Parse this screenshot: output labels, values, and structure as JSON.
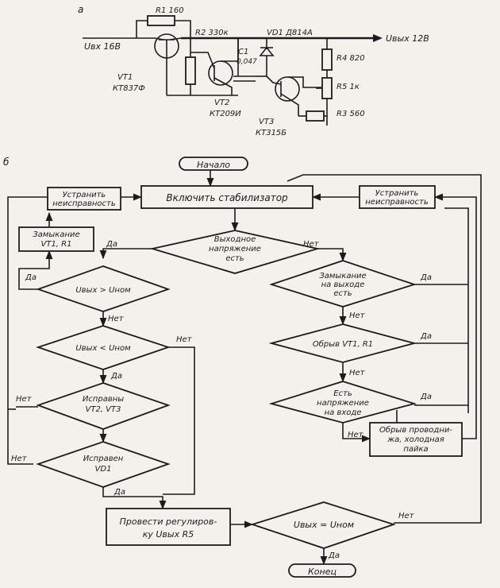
{
  "panel_a_label": "а",
  "panel_b_label": "б",
  "schematic": {
    "input_label": "Uвх 16В",
    "output_label": "Uвых 12В",
    "r1": "R1 160",
    "r2": "R2 330к",
    "vd1": "VD1 Д814А",
    "c1_name": "C1",
    "c1_value": "0,047",
    "r4": "R4 820",
    "r5": "R5 1к",
    "r3": "R3 560",
    "vt1_name": "VT1",
    "vt1_type": "КТ837Ф",
    "vt2_name": "VT2",
    "vt2_type": "КТ209И",
    "vt3_name": "VT3",
    "vt3_type": "КТ315Б"
  },
  "flowchart": {
    "start": "Начало",
    "turn_on": "Включить стабилизатор",
    "fix_left_1": "Устранить",
    "fix_left_2": "неисправность",
    "fix_right_1": "Устранить",
    "fix_right_2": "неисправность",
    "short_vt1_1": "Замыкание",
    "short_vt1_2": "VT1, R1",
    "q_output_1": "Выходное",
    "q_output_2": "напряжение",
    "q_output_3": "есть",
    "q_gt": "Uвых > Uном",
    "q_lt": "Uвых < Uном",
    "q_vt23_1": "Исправны",
    "q_vt23_2": "VT2, VT3",
    "q_vd1_1": "Исправен",
    "q_vd1_2": "VD1",
    "q_short_out_1": "Замыкание",
    "q_short_out_2": "на выходе",
    "q_short_out_3": "есть",
    "q_break": "Обрыв VT1, R1",
    "q_input_1": "Есть",
    "q_input_2": "напряжение",
    "q_input_3": "на входе",
    "cold_solder_1": "Обрыв проводни-",
    "cold_solder_2": "жа, холодная",
    "cold_solder_3": "пайка",
    "adjust_1": "Провести регулиров-",
    "adjust_2": "ку Uвых R5",
    "q_eq": "Uвых = Uном",
    "end": "Конец",
    "yes": "Да",
    "no": "Нет"
  }
}
